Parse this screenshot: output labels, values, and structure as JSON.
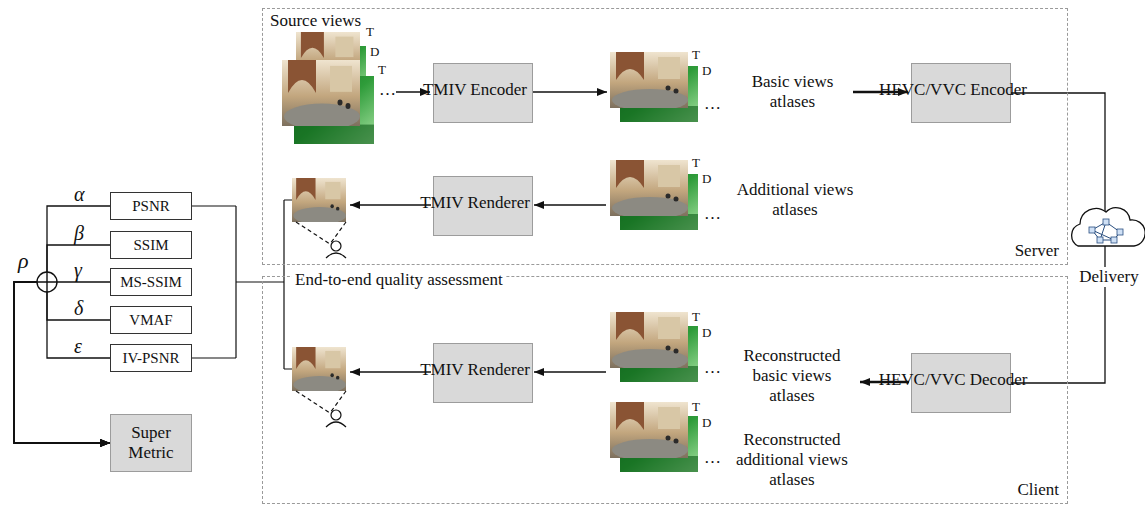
{
  "diagram": {
    "nodes": [
      {
        "text": [
          "Server"
        ]
      },
      {
        "text": [
          "TMIV Encoder"
        ],
        "in": 0
      },
      {
        "text": [
          "HEVC/VVC Encoder"
        ],
        "in": 0
      },
      {
        "text": [
          "TMIV Renderer"
        ],
        "in": 0
      },
      {
        "text": [
          "Client"
        ]
      },
      {
        "text": [
          "TMIV Renderer"
        ],
        "in": 4
      },
      {
        "text": [
          "HEVC/VVC Decoder"
        ],
        "in": 4
      },
      {
        "text": [
          "PSNR"
        ]
      },
      {
        "text": [
          "SSIM"
        ]
      },
      {
        "text": [
          "MS-SSIM"
        ]
      },
      {
        "text": [
          "VMAF"
        ]
      },
      {
        "text": [
          "IV-PSNR"
        ]
      },
      {
        "text": [
          "Super Metric"
        ]
      }
    ],
    "edges": [
      {
        "from": 2,
        "to": 6,
        "arrow": "none"
      },
      {
        "from": 7,
        "to": 12,
        "arrow": "to"
      },
      {
        "from": 8,
        "to": 12,
        "arrow": "to"
      },
      {
        "from": 9,
        "to": 12,
        "arrow": "to"
      },
      {
        "from": 10,
        "to": 12,
        "arrow": "to"
      },
      {
        "from": 11,
        "to": 12,
        "arrow": "to"
      }
    ],
    "labels": [
      "Source views",
      "T",
      "D",
      "T",
      "…",
      "T",
      "D",
      "…",
      "Basic views atlases",
      "T",
      "D",
      "…",
      "Additional views atlases",
      "End-to-end quality assessment",
      "Delivery",
      "T",
      "D",
      "…",
      "Reconstructed basic views atlases",
      "T",
      "D",
      "…",
      "Reconstructed additional views atlases",
      "α",
      "β",
      "γ",
      "δ",
      "ε",
      "ρ"
    ]
  }
}
